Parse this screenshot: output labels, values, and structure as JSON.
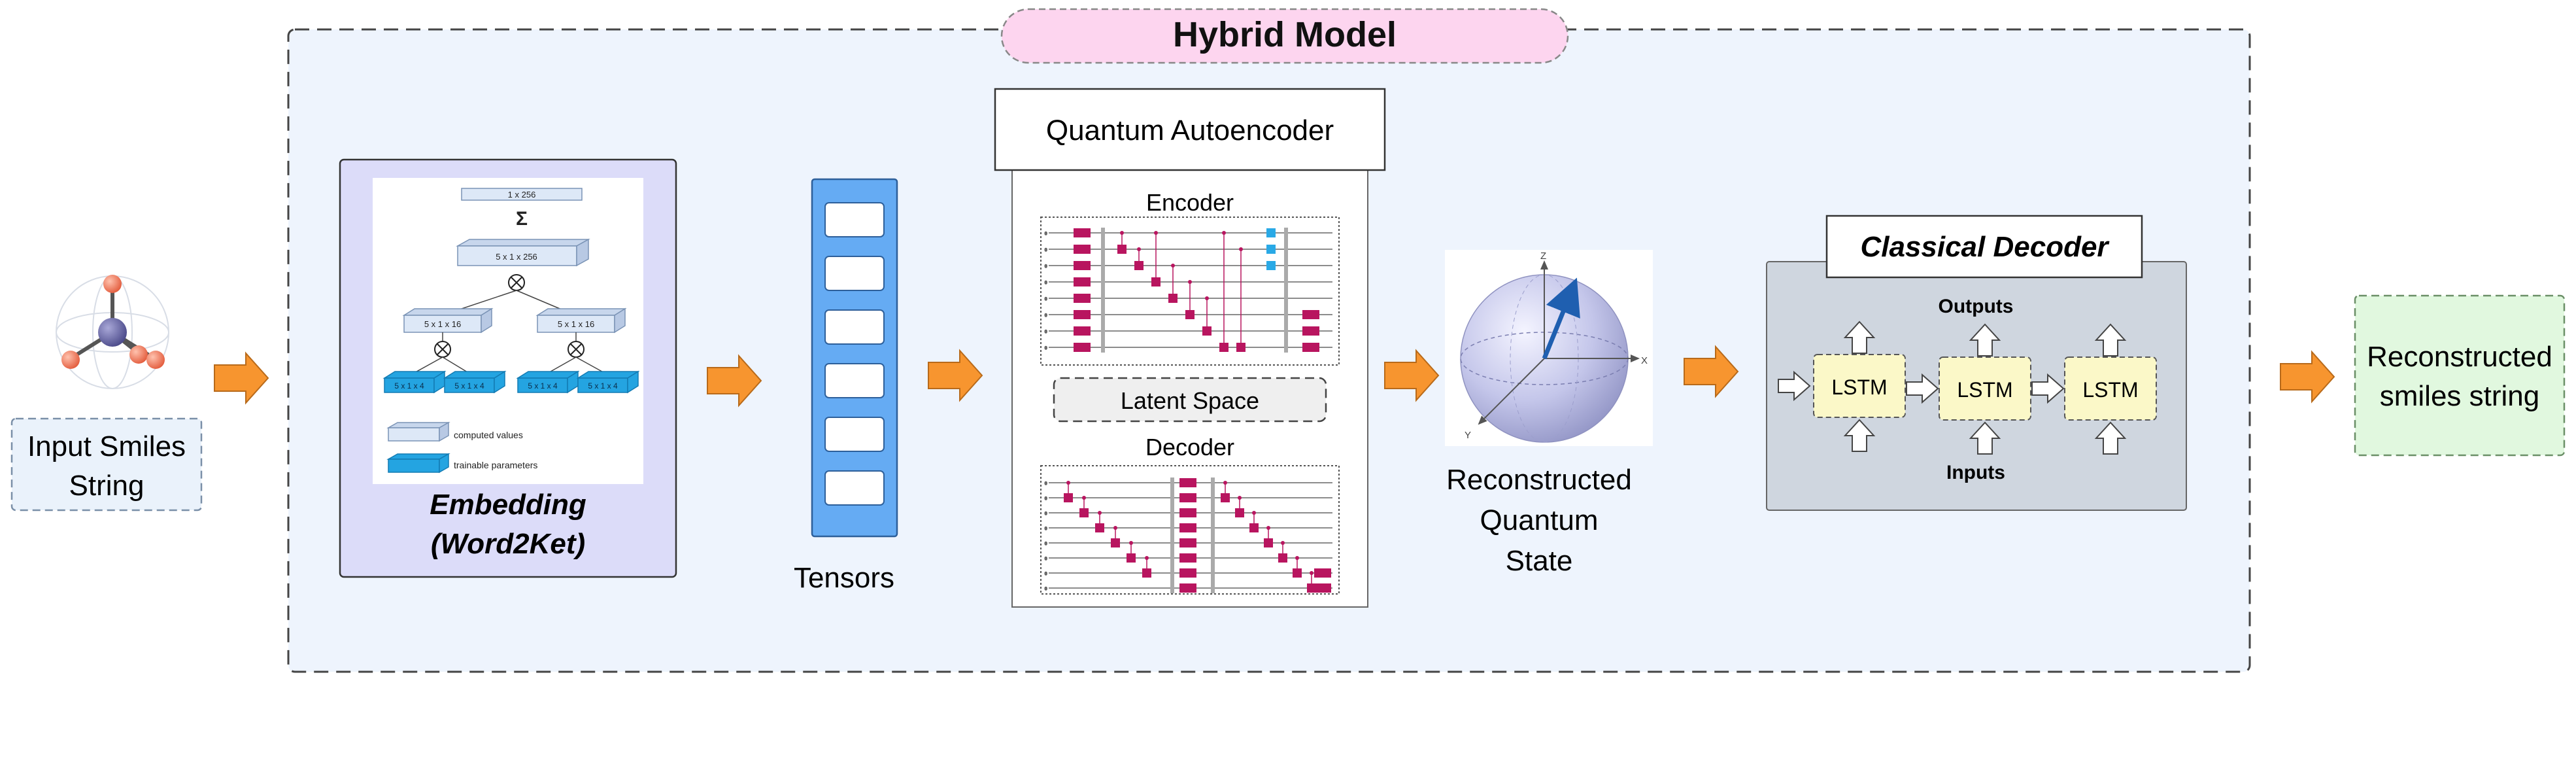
{
  "title": "Hybrid Model",
  "input": {
    "label_line1": "Input Smiles",
    "label_line2": "String"
  },
  "embedding": {
    "label_line1": "Embedding",
    "label_line2": "(Word2Ket)",
    "figure": {
      "top_box": "1 x 256",
      "sum_symbol": "Σ",
      "mid_box": "5 x 1 x 256",
      "left_box": "5 x 1 x 16",
      "right_box": "5 x 1 x 16",
      "leaf_box": "5 x 1 x 4",
      "legend_computed": "computed values",
      "legend_trainable": "trainable parameters"
    }
  },
  "tensors": {
    "label": "Tensors"
  },
  "quantum_autoencoder": {
    "title": "Quantum Autoencoder",
    "encoder_label": "Encoder",
    "latent_label": "Latent Space",
    "decoder_label": "Decoder"
  },
  "bloch": {
    "label_line1": "Reconstructed",
    "label_line2": "Quantum",
    "label_line3": "State",
    "axis_z": "Z",
    "axis_x": "X",
    "axis_y": "Y"
  },
  "classical_decoder": {
    "title": "Classical Decoder",
    "outputs_label": "Outputs",
    "inputs_label": "Inputs",
    "cells": [
      "LSTM",
      "LSTM",
      "LSTM"
    ]
  },
  "output": {
    "label_line1": "Reconstructed",
    "label_line2": "smiles string"
  },
  "colors": {
    "hybrid_bg": "#eef4fd",
    "title_pill": "#fdd5ef",
    "embedding_bg": "#dcdcf9",
    "tensor_blue": "#65abf3",
    "decoder_bg": "#cfd6df",
    "lstm_fill": "#fbf8c8",
    "output_bg": "#e1f8df",
    "arrow_orange": "#f7952f",
    "gate_magenta": "#b8155f",
    "gate_cyan": "#29a9e6"
  }
}
